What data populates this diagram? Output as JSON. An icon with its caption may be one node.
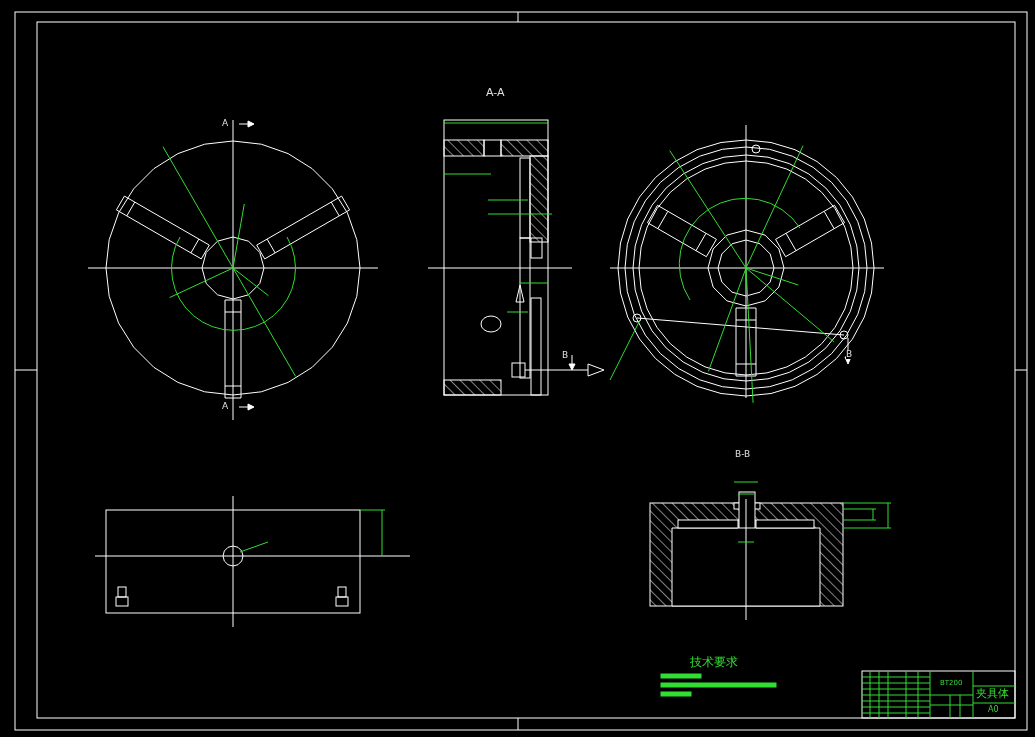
{
  "diagram": {
    "labels": [
      "A-A",
      "A",
      "B",
      "B",
      "A",
      "B-B",
      "技术要求",
      "BT200",
      "夹具体",
      "A0"
    ]
  }
}
